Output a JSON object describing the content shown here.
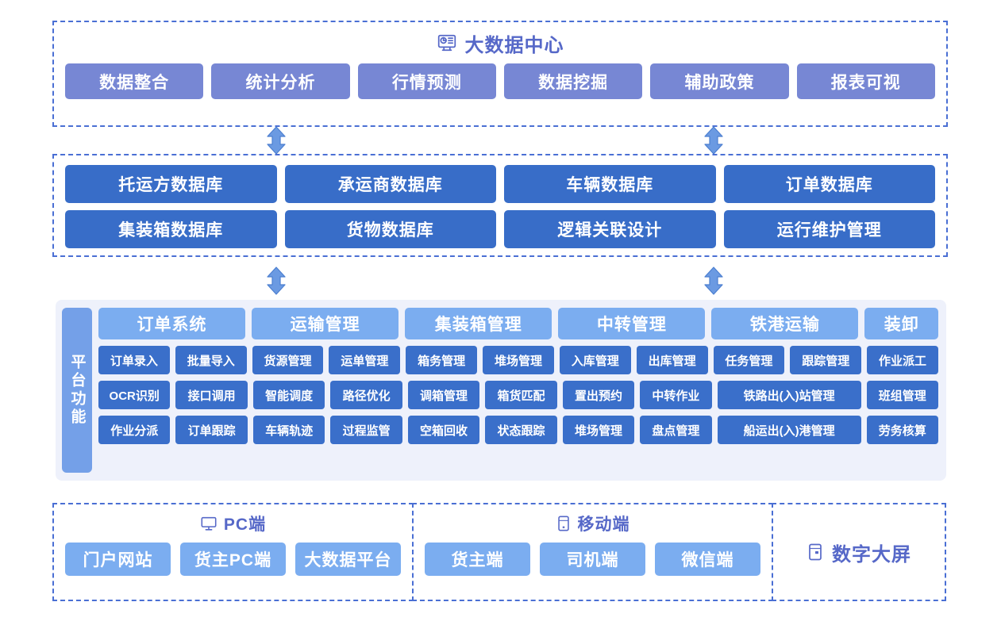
{
  "big_data": {
    "title": "大数据中心",
    "icon": "monitor-chart-icon",
    "buttons": [
      "数据整合",
      "统计分析",
      "行情预测",
      "数据挖掘",
      "辅助政策",
      "报表可视"
    ]
  },
  "database_layer": {
    "cells": [
      "托运方数据库",
      "承运商数据库",
      "车辆数据库",
      "订单数据库",
      "集装箱数据库",
      "货物数据库",
      "逻辑关联设计",
      "运行维护管理"
    ]
  },
  "platform": {
    "side_label": "平台功能",
    "categories": [
      {
        "label": "订单系统",
        "span": 2
      },
      {
        "label": "运输管理",
        "span": 2
      },
      {
        "label": "集装箱管理",
        "span": 2
      },
      {
        "label": "中转管理",
        "span": 2
      },
      {
        "label": "铁港运输",
        "span": 2
      },
      {
        "label": "装卸",
        "span": 1
      }
    ],
    "rows": [
      [
        {
          "label": "订单录入",
          "w": 1
        },
        {
          "label": "批量导入",
          "w": 1
        },
        {
          "label": "货源管理",
          "w": 1
        },
        {
          "label": "运单管理",
          "w": 1
        },
        {
          "label": "箱务管理",
          "w": 1
        },
        {
          "label": "堆场管理",
          "w": 1
        },
        {
          "label": "入库管理",
          "w": 1
        },
        {
          "label": "出库管理",
          "w": 1
        },
        {
          "label": "任务管理",
          "w": 1
        },
        {
          "label": "跟踪管理",
          "w": 1
        },
        {
          "label": "作业派工",
          "w": 1
        }
      ],
      [
        {
          "label": "OCR识别",
          "w": 1
        },
        {
          "label": "接口调用",
          "w": 1
        },
        {
          "label": "智能调度",
          "w": 1
        },
        {
          "label": "路径优化",
          "w": 1
        },
        {
          "label": "调箱管理",
          "w": 1
        },
        {
          "label": "箱货匹配",
          "w": 1
        },
        {
          "label": "置出预约",
          "w": 1
        },
        {
          "label": "中转作业",
          "w": 1
        },
        {
          "label": "铁路出(入)站管理",
          "w": 2
        },
        {
          "label": "班组管理",
          "w": 1
        }
      ],
      [
        {
          "label": "作业分派",
          "w": 1
        },
        {
          "label": "订单跟踪",
          "w": 1
        },
        {
          "label": "车辆轨迹",
          "w": 1
        },
        {
          "label": "过程监管",
          "w": 1
        },
        {
          "label": "空箱回收",
          "w": 1
        },
        {
          "label": "状态跟踪",
          "w": 1
        },
        {
          "label": "堆场管理",
          "w": 1
        },
        {
          "label": "盘点管理",
          "w": 1
        },
        {
          "label": "船运出(入)港管理",
          "w": 2
        },
        {
          "label": "劳务核算",
          "w": 1
        }
      ]
    ]
  },
  "terminals": {
    "pc": {
      "title": "PC端",
      "icon": "desktop-monitor-icon",
      "items": [
        "门户网站",
        "货主PC端",
        "大数据平台"
      ]
    },
    "mobile": {
      "title": "移动端",
      "icon": "mobile-phone-icon",
      "items": [
        "货主端",
        "司机端",
        "微信端"
      ]
    },
    "big_screen": {
      "title": "数字大屏",
      "icon": "big-screen-icon"
    }
  },
  "arrows": {
    "names": [
      "arrow-bigdata-db-left",
      "arrow-bigdata-db-right",
      "arrow-db-platform-left",
      "arrow-db-platform-right"
    ]
  },
  "colors": {
    "purple_pill": "#7787d4",
    "db_blue": "#386dc8",
    "category_blue": "#7badf0",
    "function_blue": "#3a6fca",
    "panel_bg": "#eef1fb",
    "dashed_border": "#4a6fd4",
    "title_text": "#5668c8",
    "arrow": "#5b8fdd"
  }
}
